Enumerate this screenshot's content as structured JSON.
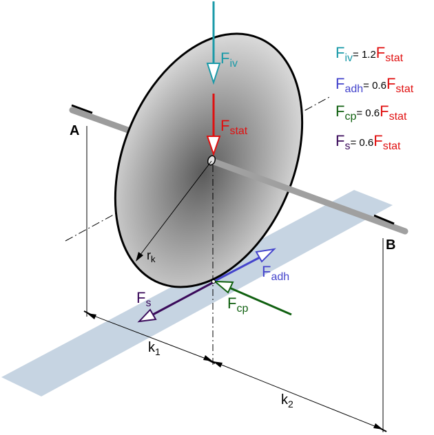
{
  "points": {
    "a": "A",
    "b": "B"
  },
  "forces": {
    "fiv": {
      "main": "F",
      "sub": "iv",
      "color": "#1a9aa8"
    },
    "fstat": {
      "main": "F",
      "sub": "stat",
      "color": "#e01010"
    },
    "fadh": {
      "main": "F",
      "sub": "adh",
      "color": "#4444cc"
    },
    "fcp": {
      "main": "F",
      "sub": "cp",
      "color": "#106010"
    },
    "fs": {
      "main": "F",
      "sub": "s",
      "color": "#3a0a5a"
    }
  },
  "dims": {
    "rk": {
      "main": "r",
      "sub": "k"
    },
    "k1": {
      "main": "k",
      "sub": "1"
    },
    "k2": {
      "main": "k",
      "sub": "2"
    }
  },
  "legend": [
    {
      "main": "F",
      "sub": "iv",
      "eq": "= 1.2",
      "color": "#1a9aa8"
    },
    {
      "main": "F",
      "sub": "adh",
      "eq": "= 0.6",
      "color": "#4444cc"
    },
    {
      "main": "F",
      "sub": "cp",
      "eq": "= 0.6",
      "color": "#106010"
    },
    {
      "main": "F",
      "sub": "s",
      "eq": "= 0.6",
      "color": "#3a0a5a"
    }
  ],
  "legend_ref": {
    "main": "F",
    "sub": "stat",
    "color": "#e01010"
  }
}
